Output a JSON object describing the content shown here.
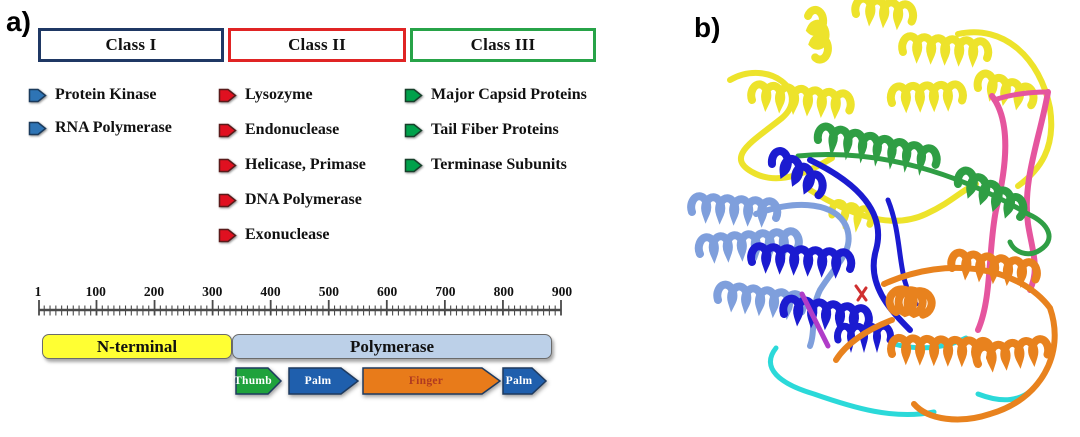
{
  "figure": {
    "panel_a_label": "a)",
    "panel_b_label": "b)"
  },
  "panel_a": {
    "classes": [
      {
        "name": "Class I",
        "border_color": "#1F3864",
        "bullet_color": "#2E74B5",
        "items": [
          "Protein Kinase",
          "RNA Polymerase"
        ]
      },
      {
        "name": "Class II",
        "border_color": "#E02424",
        "bullet_color": "#E01020",
        "items": [
          "Lysozyme",
          "Endonuclease",
          "Helicase, Primase",
          "DNA Polymerase",
          "Exonuclease"
        ]
      },
      {
        "name": "Class III",
        "border_color": "#27A348",
        "bullet_color": "#00A14B",
        "items": [
          "Major Capsid Proteins",
          "Tail Fiber Proteins",
          "Terminase Subunits"
        ]
      }
    ],
    "ruler": {
      "min": 1,
      "max": 900,
      "minor_step": 10,
      "major_step": 100,
      "color": "#4A4A4A",
      "tick_labels": [
        "1",
        "100",
        "200",
        "300",
        "400",
        "500",
        "600",
        "700",
        "800",
        "900"
      ]
    },
    "domain_bar": [
      {
        "label": "N-terminal",
        "fill": "#FFFF33"
      },
      {
        "label": "Polymerase",
        "fill": "#BCD0E8"
      }
    ],
    "subdomains": [
      {
        "label": "Thumb",
        "fill": "#1FA23C",
        "text_color": "#FFFFFF"
      },
      {
        "label": "Palm",
        "fill": "#1F5FAD",
        "text_color": "#FFFFFF"
      },
      {
        "label": "Finger",
        "fill": "#E87B1A",
        "text_color": "#B03A20"
      },
      {
        "label": "Palm",
        "fill": "#1F5FAD",
        "text_color": "#FFFFFF"
      }
    ]
  },
  "panel_b": {
    "palette": {
      "yellow": "#EDE32B",
      "green": "#2F9E44",
      "blue": "#1B1BD0",
      "light_blue": "#7F9FDC",
      "orange": "#E8821E",
      "pink": "#E5559E",
      "cyan": "#2BD9D9",
      "purple": "#B03CC8",
      "ligand_red": "#D03030"
    }
  }
}
